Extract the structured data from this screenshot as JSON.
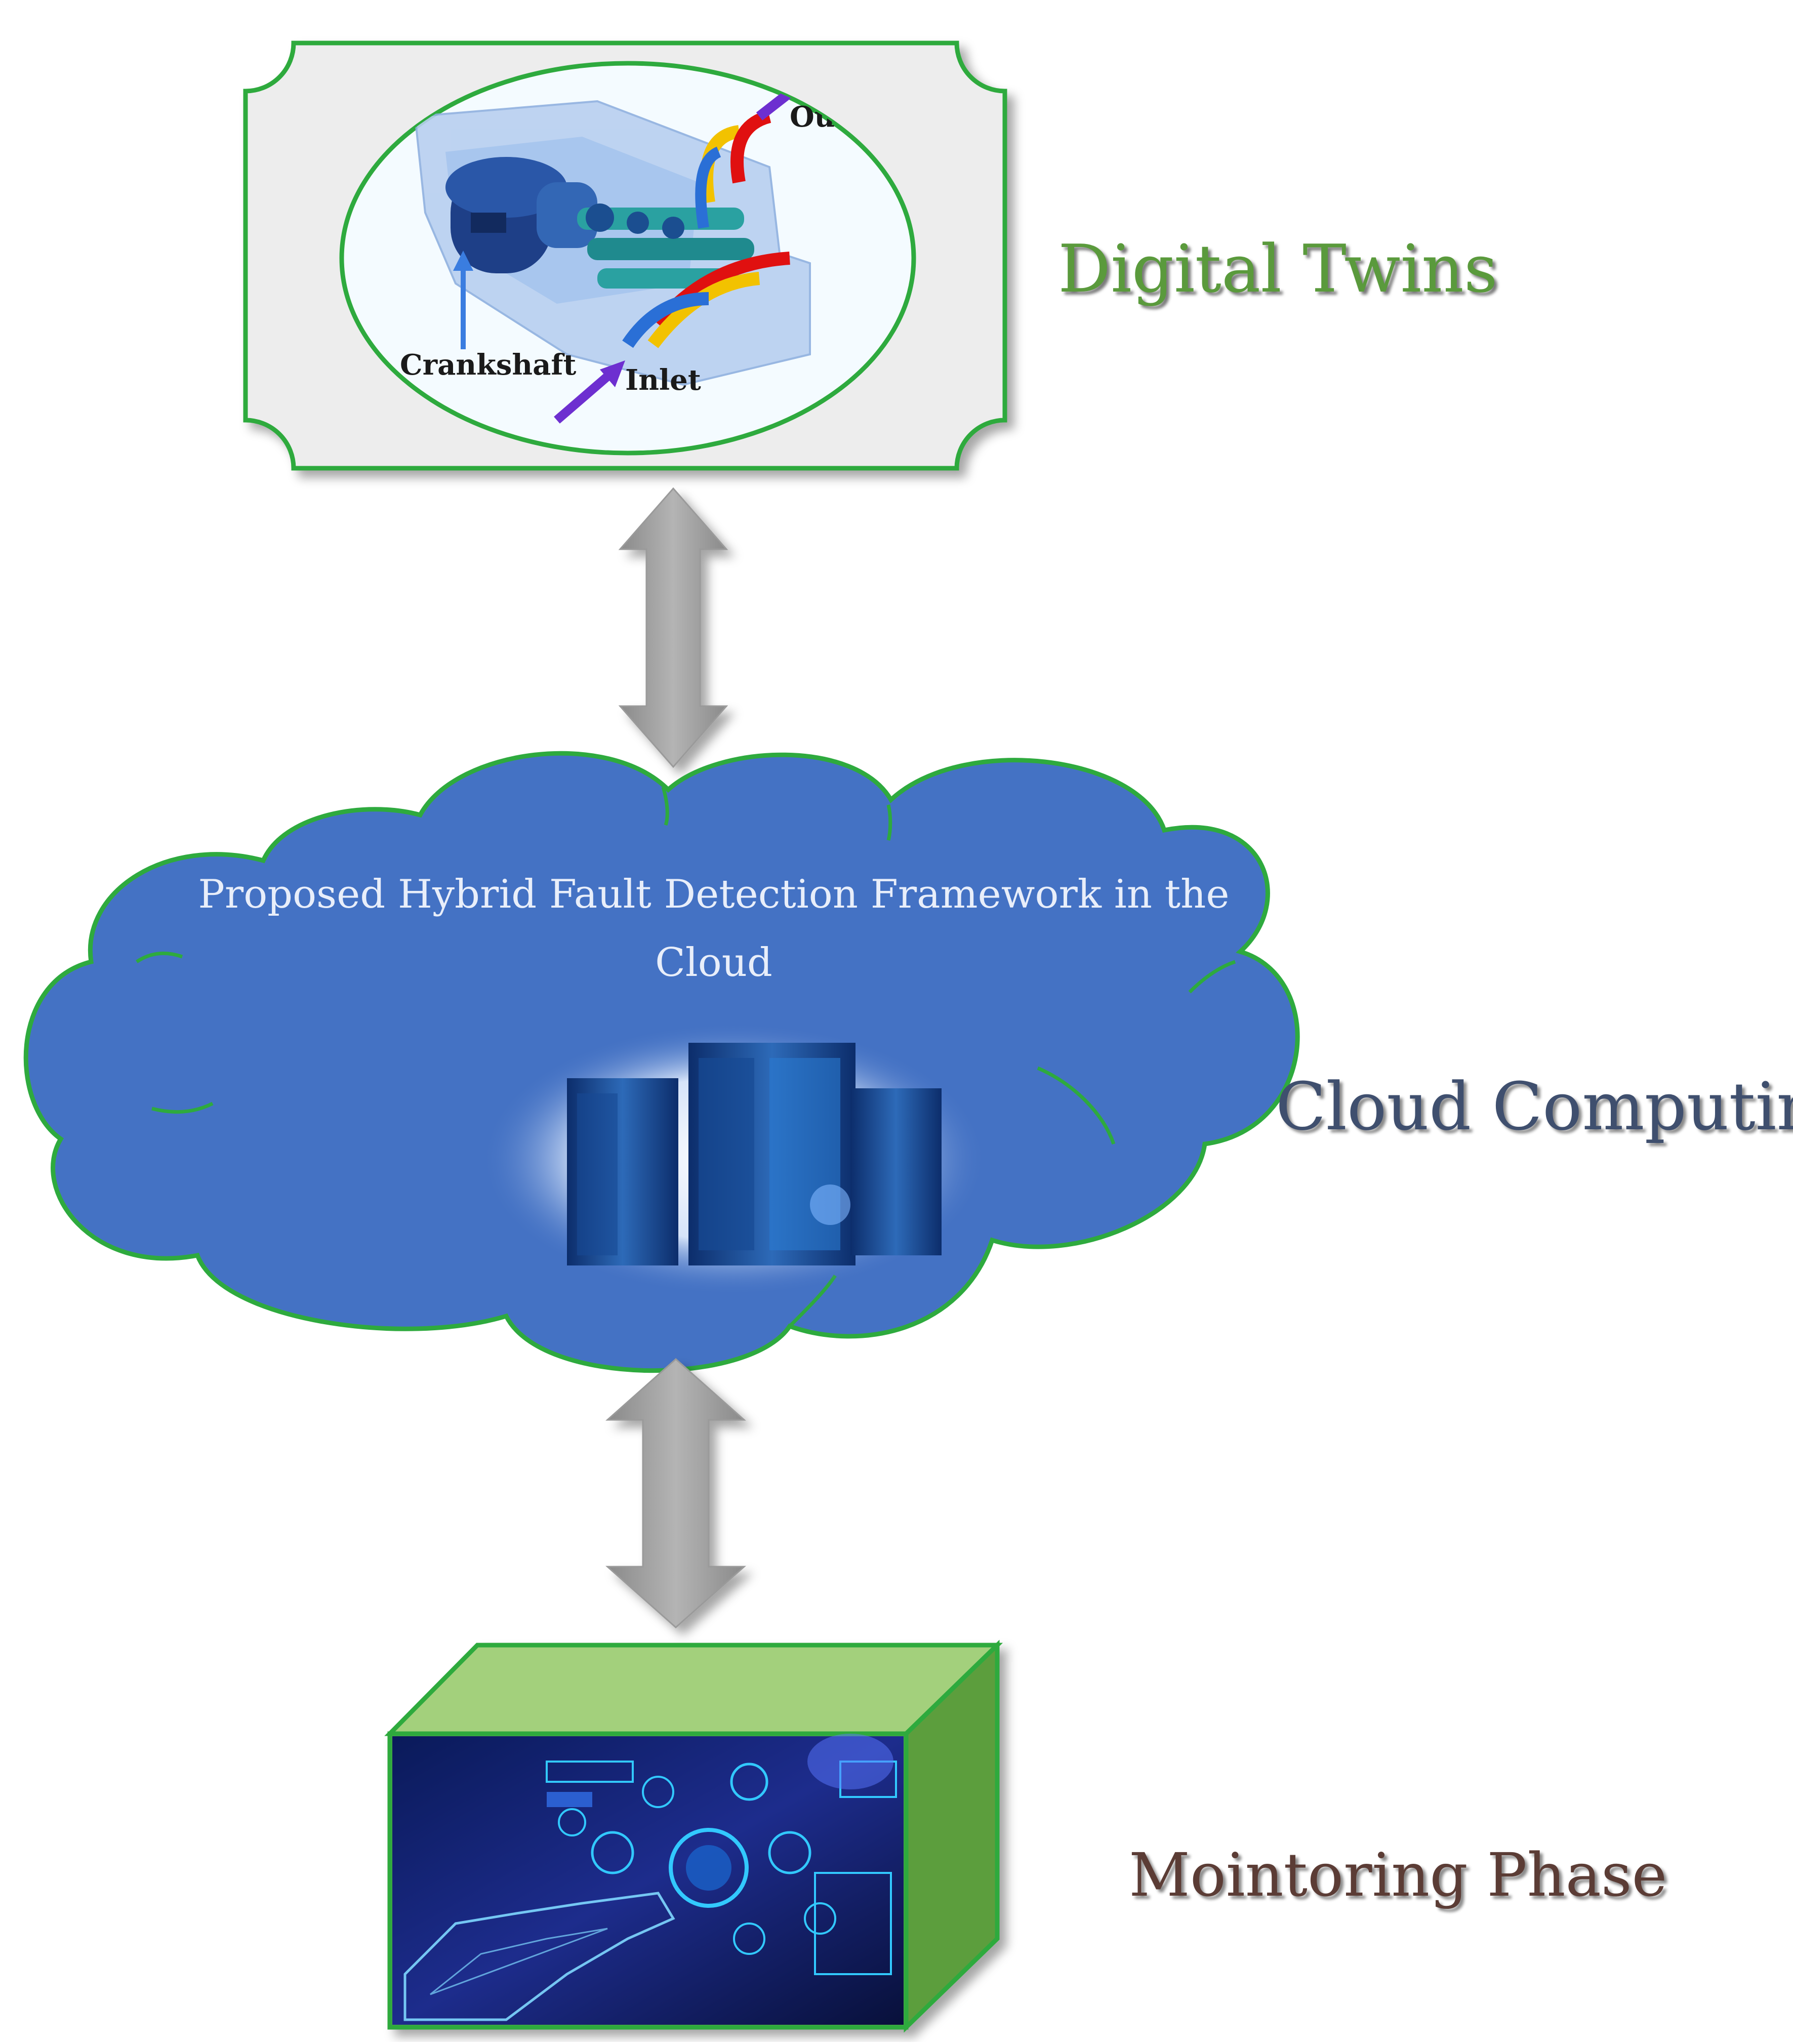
{
  "digital_twins": {
    "label": "Digital Twins",
    "image_text": {
      "crankshaft": "Crankshaft",
      "inlet": "Inlet",
      "outlet": "Outlet"
    }
  },
  "cloud": {
    "label": "Cloud Computing",
    "text": "Proposed Hybrid Fault Detection Framework in the Cloud"
  },
  "monitoring": {
    "label": "Mointoring Phase"
  },
  "colors": {
    "green_border": "#2eaa3e",
    "cloud_fill": "#4472c4",
    "arrow_gray": "#9e9e9e",
    "box_front": "#6aa84f",
    "box_top": "#a3d07b",
    "box_side": "#5c9e3c"
  }
}
